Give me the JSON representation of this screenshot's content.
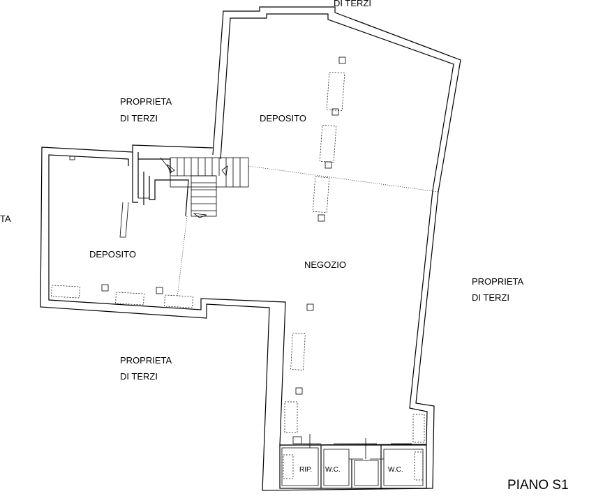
{
  "plan": {
    "title": "PIANO S1",
    "labels": {
      "top_third_party": "DI TERZI",
      "top_left_third_party_1": "PROPRIETA",
      "top_left_third_party_2": "DI TERZI",
      "left_edge_fragment": "TA",
      "storage_upper": "DEPOSITO",
      "storage_left": "DEPOSITO",
      "shop": "NEGOZIO",
      "right_third_party_1": "PROPRIETA",
      "right_third_party_2": "DI TERZI",
      "bottom_third_party_1": "PROPRIETA",
      "bottom_third_party_2": "DI TERZI",
      "closet": "RIP.",
      "wc_left": "W.C.",
      "wc_right": "W.C."
    }
  }
}
